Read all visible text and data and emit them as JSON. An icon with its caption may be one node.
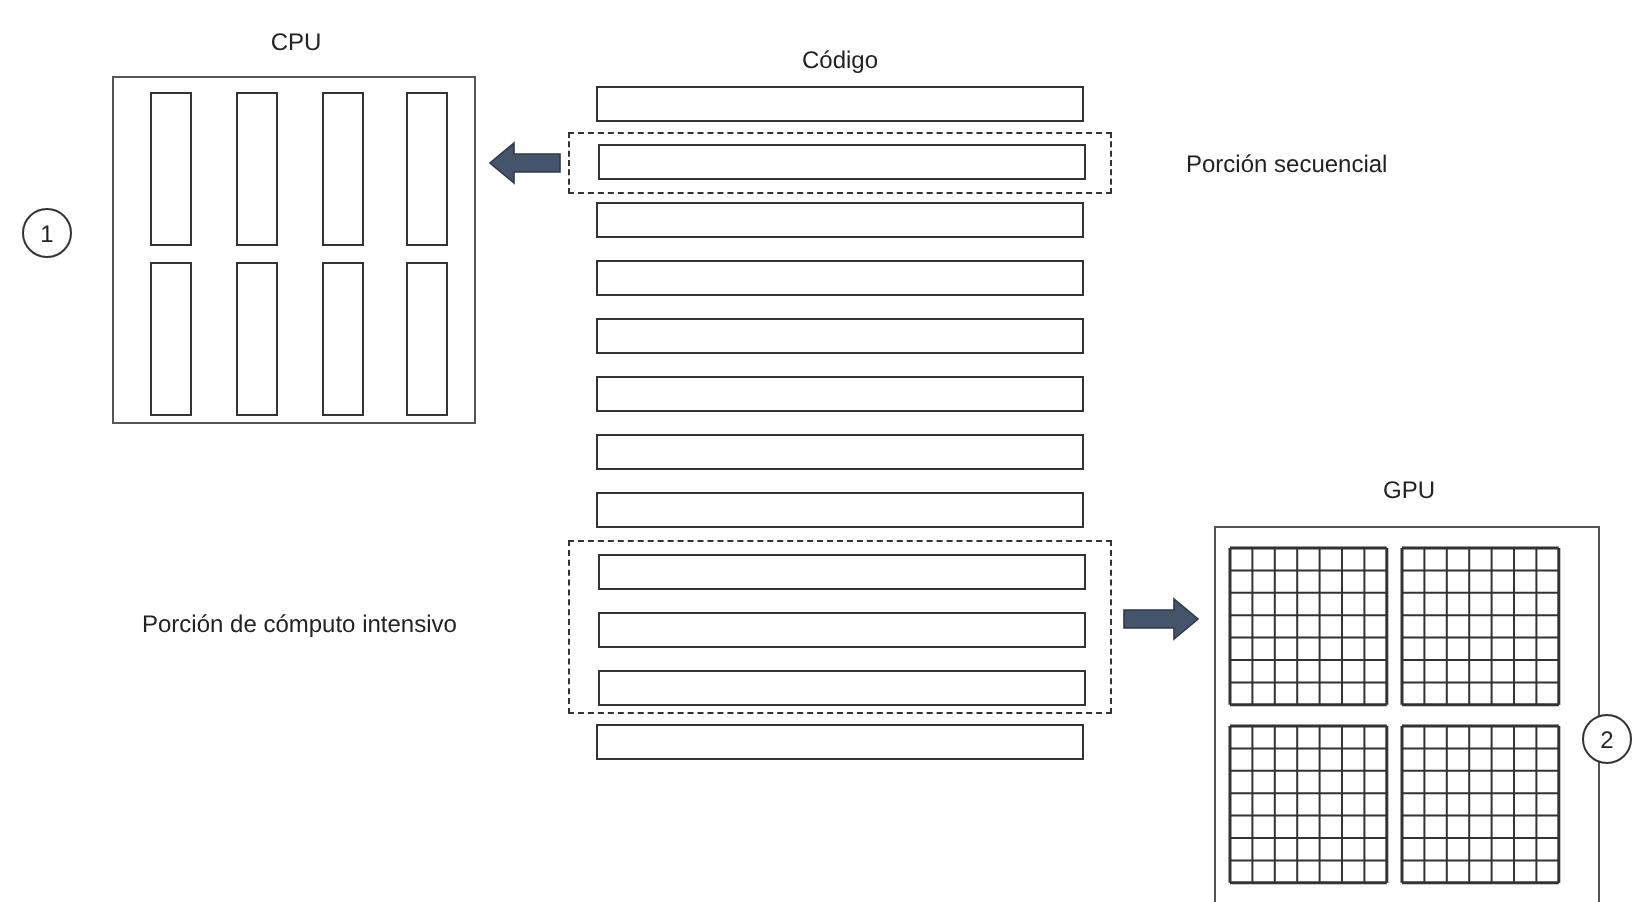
{
  "diagram": {
    "nodes": [
      {
        "text": [
          "CPU"
        ]
      },
      {
        "text": [
          "1"
        ]
      },
      {
        "text": [],
        "shape": "box"
      },
      {
        "text": [
          "Porción secuencial"
        ]
      },
      {
        "text": [],
        "shape": "box",
        "in": 3
      },
      {
        "text": [],
        "shape": "box"
      },
      {
        "text": [],
        "shape": "box"
      },
      {
        "text": [],
        "shape": "box"
      },
      {
        "text": [],
        "shape": "box"
      },
      {
        "text": [],
        "shape": "box"
      },
      {
        "text": [],
        "shape": "box"
      },
      {
        "text": [
          "Porción de cómputo intensivo"
        ]
      },
      {
        "text": [],
        "shape": "box",
        "in": 11
      },
      {
        "text": [],
        "shape": "box",
        "in": 11
      },
      {
        "text": [],
        "shape": "box",
        "in": 11
      },
      {
        "text": [],
        "shape": "box"
      },
      {
        "text": [
          "GPU"
        ]
      },
      {
        "text": [
          "2"
        ]
      }
    ],
    "edges": [
      {
        "from": 3,
        "to": 0,
        "arrow": "to",
        "style": "thick",
        "color": "#44546a"
      },
      {
        "from": 11,
        "to": 16,
        "arrow": "to",
        "style": "thick",
        "color": "#44546a"
      }
    ],
    "labels": [
      "Código"
    ]
  }
}
